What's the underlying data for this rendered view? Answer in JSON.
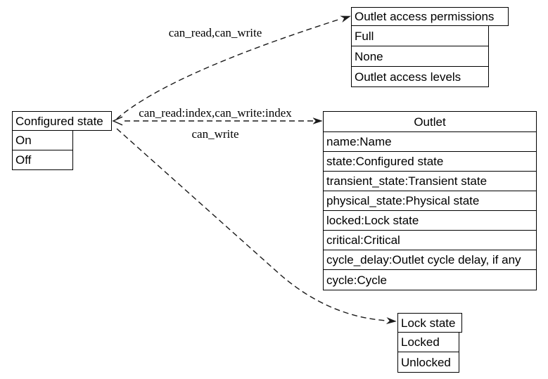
{
  "diagram": {
    "nodes": {
      "configured_state": {
        "title": "Configured state",
        "values": [
          "On",
          "Off"
        ]
      },
      "outlet_access_permissions": {
        "title": "Outlet access permissions",
        "values": [
          "Full",
          "None",
          "Outlet access levels"
        ]
      },
      "outlet": {
        "title": "Outlet",
        "fields": [
          "name:Name",
          "state:Configured state",
          "transient_state:Transient state",
          "physical_state:Physical state",
          "locked:Lock state",
          "critical:Critical",
          "cycle_delay:Outlet cycle delay, if any",
          "cycle:Cycle"
        ]
      },
      "lock_state": {
        "title": "Lock state",
        "values": [
          "Locked",
          "Unlocked"
        ]
      }
    },
    "edges": {
      "to_permissions_label": "can_read,can_write",
      "outlet_bidirectional_label": "can_read:index,can_write:index",
      "outlet_write_label": "can_write"
    },
    "colors": {
      "line": "#000000",
      "background": "#ffffff",
      "text": "#000000"
    }
  }
}
